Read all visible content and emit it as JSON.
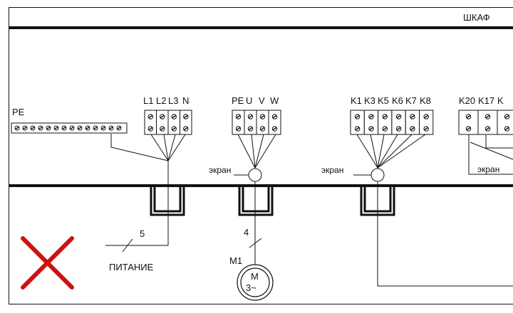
{
  "cabinet_label": "ШКАФ",
  "pe_bus_label": "PE",
  "power_block": {
    "terminals": [
      "L1",
      "L2",
      "L3",
      "N"
    ]
  },
  "motor_block": {
    "terminals": [
      "PE",
      "U",
      "V",
      "W"
    ]
  },
  "control_block_1": {
    "terminals": [
      "K1",
      "K3",
      "K5",
      "K6",
      "K7",
      "K8"
    ]
  },
  "control_block_2": {
    "terminals": [
      "K20",
      "K17",
      "K"
    ]
  },
  "shield_labels": {
    "motor": "экран",
    "control_1": "экран",
    "control_2": "экран"
  },
  "power_cable": {
    "core_count": "5",
    "label": "ПИТАНИЕ"
  },
  "motor_cable": {
    "core_count": "4"
  },
  "motor": {
    "designation": "M1",
    "symbol_top": "M",
    "symbol_bottom": "3~"
  },
  "error_mark": {
    "color": "#cc1111"
  }
}
